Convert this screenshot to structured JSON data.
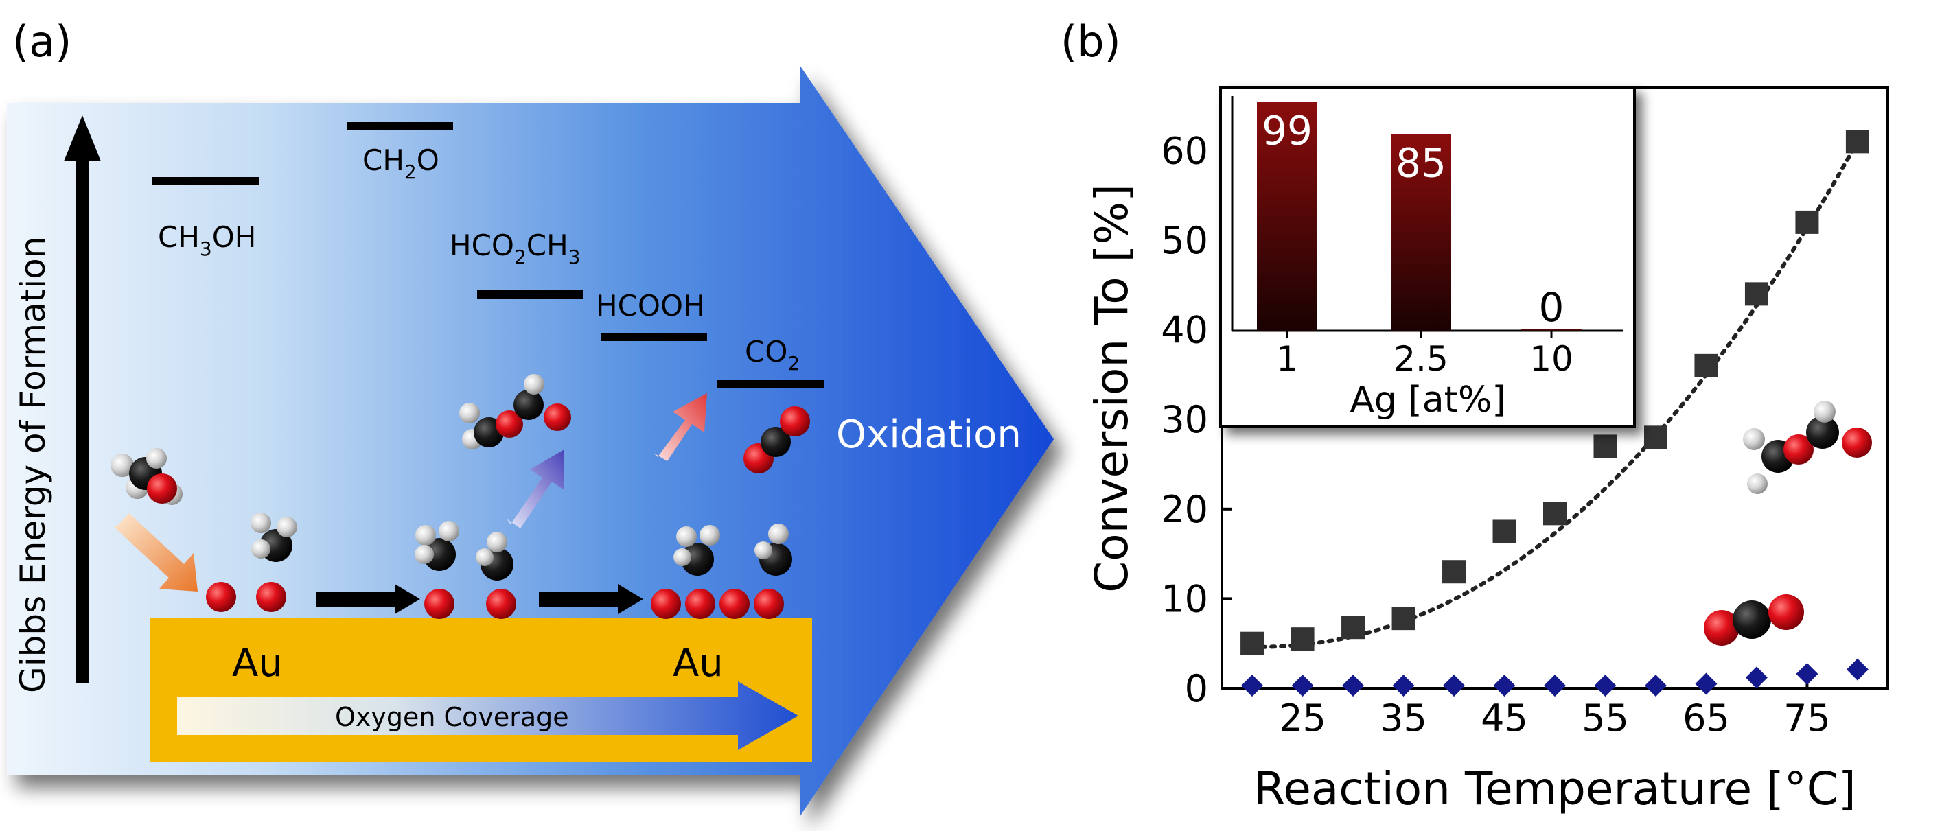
{
  "panel_a": {
    "label": "(a)",
    "y_axis_label": "Gibbs Energy of Formation",
    "species": {
      "ch3oh": {
        "main": "CH",
        "sub": "3",
        "tail": "OH"
      },
      "ch2o": {
        "main": "CH",
        "sub": "2",
        "tail": "O"
      },
      "hco2ch3": {
        "a": "HCO",
        "s1": "2",
        "b": "CH",
        "s2": "3"
      },
      "hcooh": "HCOOH",
      "co2": {
        "main": "CO",
        "sub": "2"
      }
    },
    "arrow_label": "Oxidation",
    "surface_left": "Au",
    "surface_right": "Au",
    "coverage_label": "Oxygen Coverage",
    "colors": {
      "big_arrow_start": "#e8f2fb",
      "big_arrow_end": "#1549d6",
      "surface": "#f5b800",
      "oxygen": "#e0101a",
      "carbon": "#111111",
      "hydrogen": "#d9d9d9"
    },
    "molecule_icons": [
      "methanol-molecule-icon",
      "adsorbed-methoxy-icon",
      "methyl-formate-molecule-icon",
      "co2-molecule-icon"
    ]
  },
  "panel_b": {
    "label": "(b)",
    "inset_title": "",
    "molecule_icons": [
      "methyl-formate-icon",
      "co2-icon"
    ]
  },
  "chart_data": [
    {
      "type": "scatter",
      "title": "",
      "xlabel": "Reaction Temperature [°C]",
      "ylabel": "Conversion To [%]",
      "xlim": [
        17,
        83
      ],
      "ylim": [
        0,
        67
      ],
      "xticks": [
        25,
        35,
        45,
        55,
        65,
        75
      ],
      "yticks": [
        0,
        10,
        20,
        30,
        40,
        50,
        60
      ],
      "grid": false,
      "legend": "none",
      "series": [
        {
          "marker": "square",
          "color": "#333333",
          "fit": "dotted",
          "x": [
            20,
            25,
            30,
            35,
            40,
            45,
            50,
            55,
            60,
            65,
            70,
            75,
            80
          ],
          "y": [
            5.0,
            5.5,
            6.8,
            7.8,
            13,
            17.5,
            19.5,
            27,
            28,
            36,
            44,
            52,
            61
          ]
        },
        {
          "marker": "diamond",
          "color": "#141a8c",
          "x": [
            20,
            25,
            30,
            35,
            40,
            45,
            50,
            55,
            60,
            65,
            70,
            75,
            80
          ],
          "y": [
            0.3,
            0.3,
            0.3,
            0.3,
            0.3,
            0.3,
            0.3,
            0.3,
            0.3,
            0.5,
            1.2,
            1.6,
            2.1
          ]
        }
      ]
    },
    {
      "type": "bar",
      "title": "",
      "xlabel": "Ag [at%]",
      "ylabel": "",
      "categories": [
        "1",
        "2.5",
        "10"
      ],
      "values": [
        99,
        85,
        0
      ],
      "data_labels": [
        "99",
        "85",
        "0"
      ],
      "ylim": [
        0,
        100
      ],
      "bar_color_top": "#8a0c0c",
      "bar_color_bottom": "#1a0202"
    }
  ]
}
